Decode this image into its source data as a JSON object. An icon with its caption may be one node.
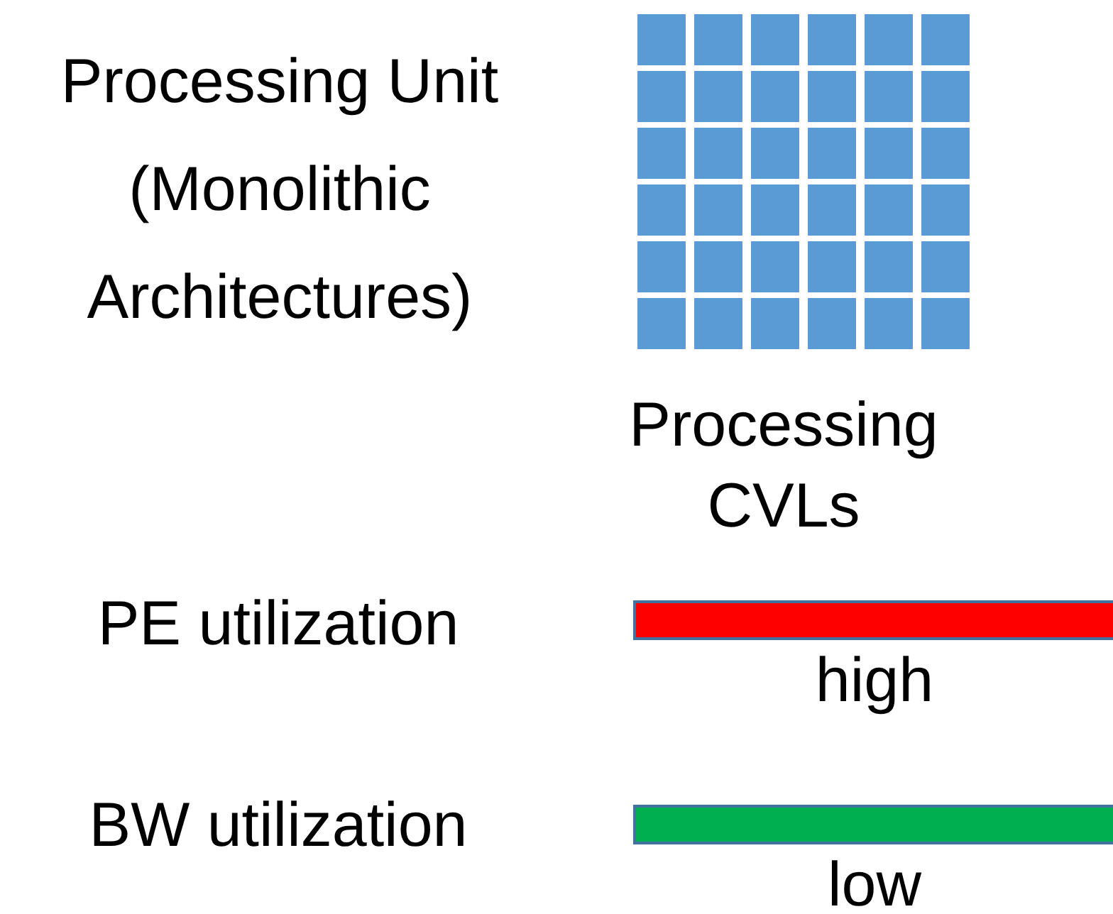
{
  "diagram": {
    "nodes": [
      {
        "text": [],
        "shape": "bar",
        "beside": [
          "high"
        ]
      },
      {
        "text": [],
        "shape": "bar",
        "beside": [
          "low"
        ]
      }
    ],
    "labels": [
      "Processing Unit (Monolithic Architectures)",
      "Processing CVLs",
      "PE utilization",
      "BW utilization"
    ]
  }
}
